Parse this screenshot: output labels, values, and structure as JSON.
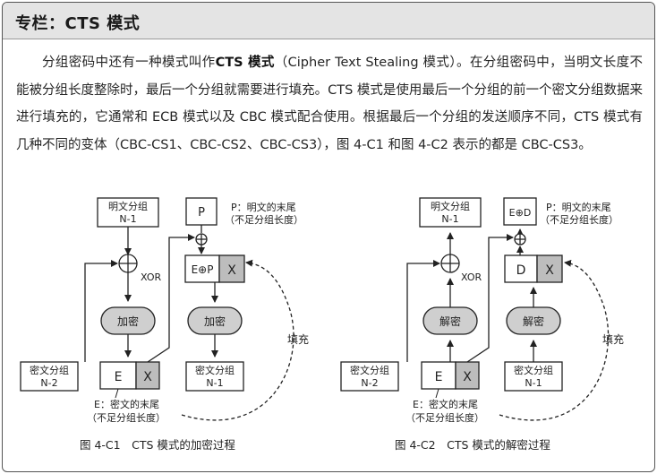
{
  "header": {
    "title": "专栏：CTS 模式"
  },
  "body": {
    "seg1": "分组密码中还有一种模式叫作",
    "bold": "CTS 模式",
    "seg2": "（Cipher Text Stealing 模式）。在分组密码中，当明文长度不能被分组长度整除时，最后一个分组就需要进行填充。CTS 模式是使用最后一个分组的前一个密文分组数据来进行填充的，它通常和 ECB 模式以及 CBC 模式配合使用。根据最后一个分组的发送顺序不同，CTS 模式有几种不同的变体（CBC-CS1、CBC-CS2、CBC-CS3），图 4-C1 和图 4-C2 表示的都是 CBC-CS3。"
  },
  "fig1": {
    "plain_block_l1": "明文分组",
    "plain_block_l2": "N-1",
    "xor_label": "XOR",
    "encrypt_left": "加密",
    "encrypt_right": "加密",
    "cipher_in_l1": "密文分组",
    "cipher_in_l2": "N-2",
    "e_label": "E",
    "x_label": "X",
    "p_label": "P",
    "p_note_l1": "P：明文的末尾",
    "p_note_l2": "（不足分组长度）",
    "ep_label": "E⊕P",
    "x2_label": "X",
    "cipher_out_l1": "密文分组",
    "cipher_out_l2": "N-1",
    "e_note_l1": "E：密文的末尾",
    "e_note_l2": "（不足分组长度）",
    "fill_label": "填充",
    "caption": "图 4-C1　CTS 模式的加密过程"
  },
  "fig2": {
    "plain_block_l1": "明文分组",
    "plain_block_l2": "N-1",
    "xor_label": "XOR",
    "decrypt_left": "解密",
    "decrypt_right": "解密",
    "cipher_in_l1": "密文分组",
    "cipher_in_l2": "N-2",
    "e_label": "E",
    "x_label": "X",
    "ed_label": "E⊕D",
    "p_note_l1": "P：明文的末尾",
    "p_note_l2": "（不足分组长度）",
    "d_label": "D",
    "x2_label": "X",
    "cipher_out_l1": "密文分组",
    "cipher_out_l2": "N-1",
    "e_note_l1": "E：密文的末尾",
    "e_note_l2": "（不足分组长度）",
    "fill_label": "填充",
    "caption": "图 4-C2　CTS 模式的解密过程"
  },
  "colors": {
    "header_bg": "#e4e4e4",
    "pill_fill": "#cfcfcf",
    "shaded_box": "#bdbdbd"
  }
}
